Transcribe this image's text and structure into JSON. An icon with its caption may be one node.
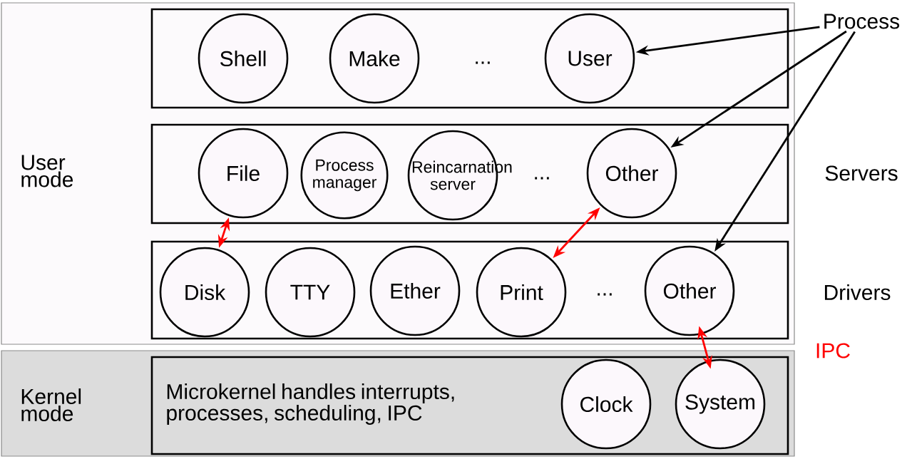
{
  "diagram": {
    "nodes": [
      {
        "text": [
          "User mode"
        ]
      },
      {
        "text": [],
        "shape": "box",
        "in": 0
      },
      {
        "text": [
          "Shell"
        ],
        "in": 1
      },
      {
        "text": [
          "Make"
        ],
        "in": 1
      },
      {
        "text": [
          "User"
        ],
        "in": 1
      },
      {
        "text": [
          "Process"
        ]
      },
      {
        "text": [],
        "shape": "box",
        "in": 0
      },
      {
        "text": [
          "File"
        ],
        "in": 6
      },
      {
        "text": [
          "Process manager"
        ],
        "in": 6
      },
      {
        "text": [
          "Reincarnation server"
        ],
        "in": 6
      },
      {
        "text": [
          "Other"
        ],
        "in": 6
      },
      {
        "text": [],
        "shape": "box",
        "in": 0
      },
      {
        "text": [
          "Disk"
        ],
        "in": 11
      },
      {
        "text": [
          "TTY"
        ],
        "in": 11
      },
      {
        "text": [
          "Ether"
        ],
        "in": 11
      },
      {
        "text": [
          "Print"
        ],
        "in": 11
      },
      {
        "text": [
          "Other"
        ],
        "in": 11
      },
      {
        "text": [
          "Kernel mode"
        ]
      },
      {
        "text": [
          "Microkernel handles interrupts, processes, scheduling, IPC"
        ],
        "in": 17
      },
      {
        "text": [
          "Clock"
        ],
        "in": 18
      },
      {
        "text": [
          "System"
        ],
        "in": 18
      }
    ],
    "edges": [
      {
        "from": 5,
        "to": 4,
        "arrow": "to",
        "color": "#000000"
      },
      {
        "from": 5,
        "to": 10,
        "arrow": "to",
        "color": "#000000"
      },
      {
        "from": 5,
        "to": 16,
        "arrow": "to",
        "color": "#000000"
      },
      {
        "from": 7,
        "to": 12,
        "arrow": "both",
        "color": "#ff0000"
      },
      {
        "from": 10,
        "to": 15,
        "arrow": "both",
        "color": "#ff0000"
      },
      {
        "from": 16,
        "to": 20,
        "arrow": "both",
        "color": "#ff0000"
      }
    ],
    "labels": [
      "...",
      "...",
      "...",
      "Servers",
      "Drivers",
      "IPC"
    ]
  }
}
